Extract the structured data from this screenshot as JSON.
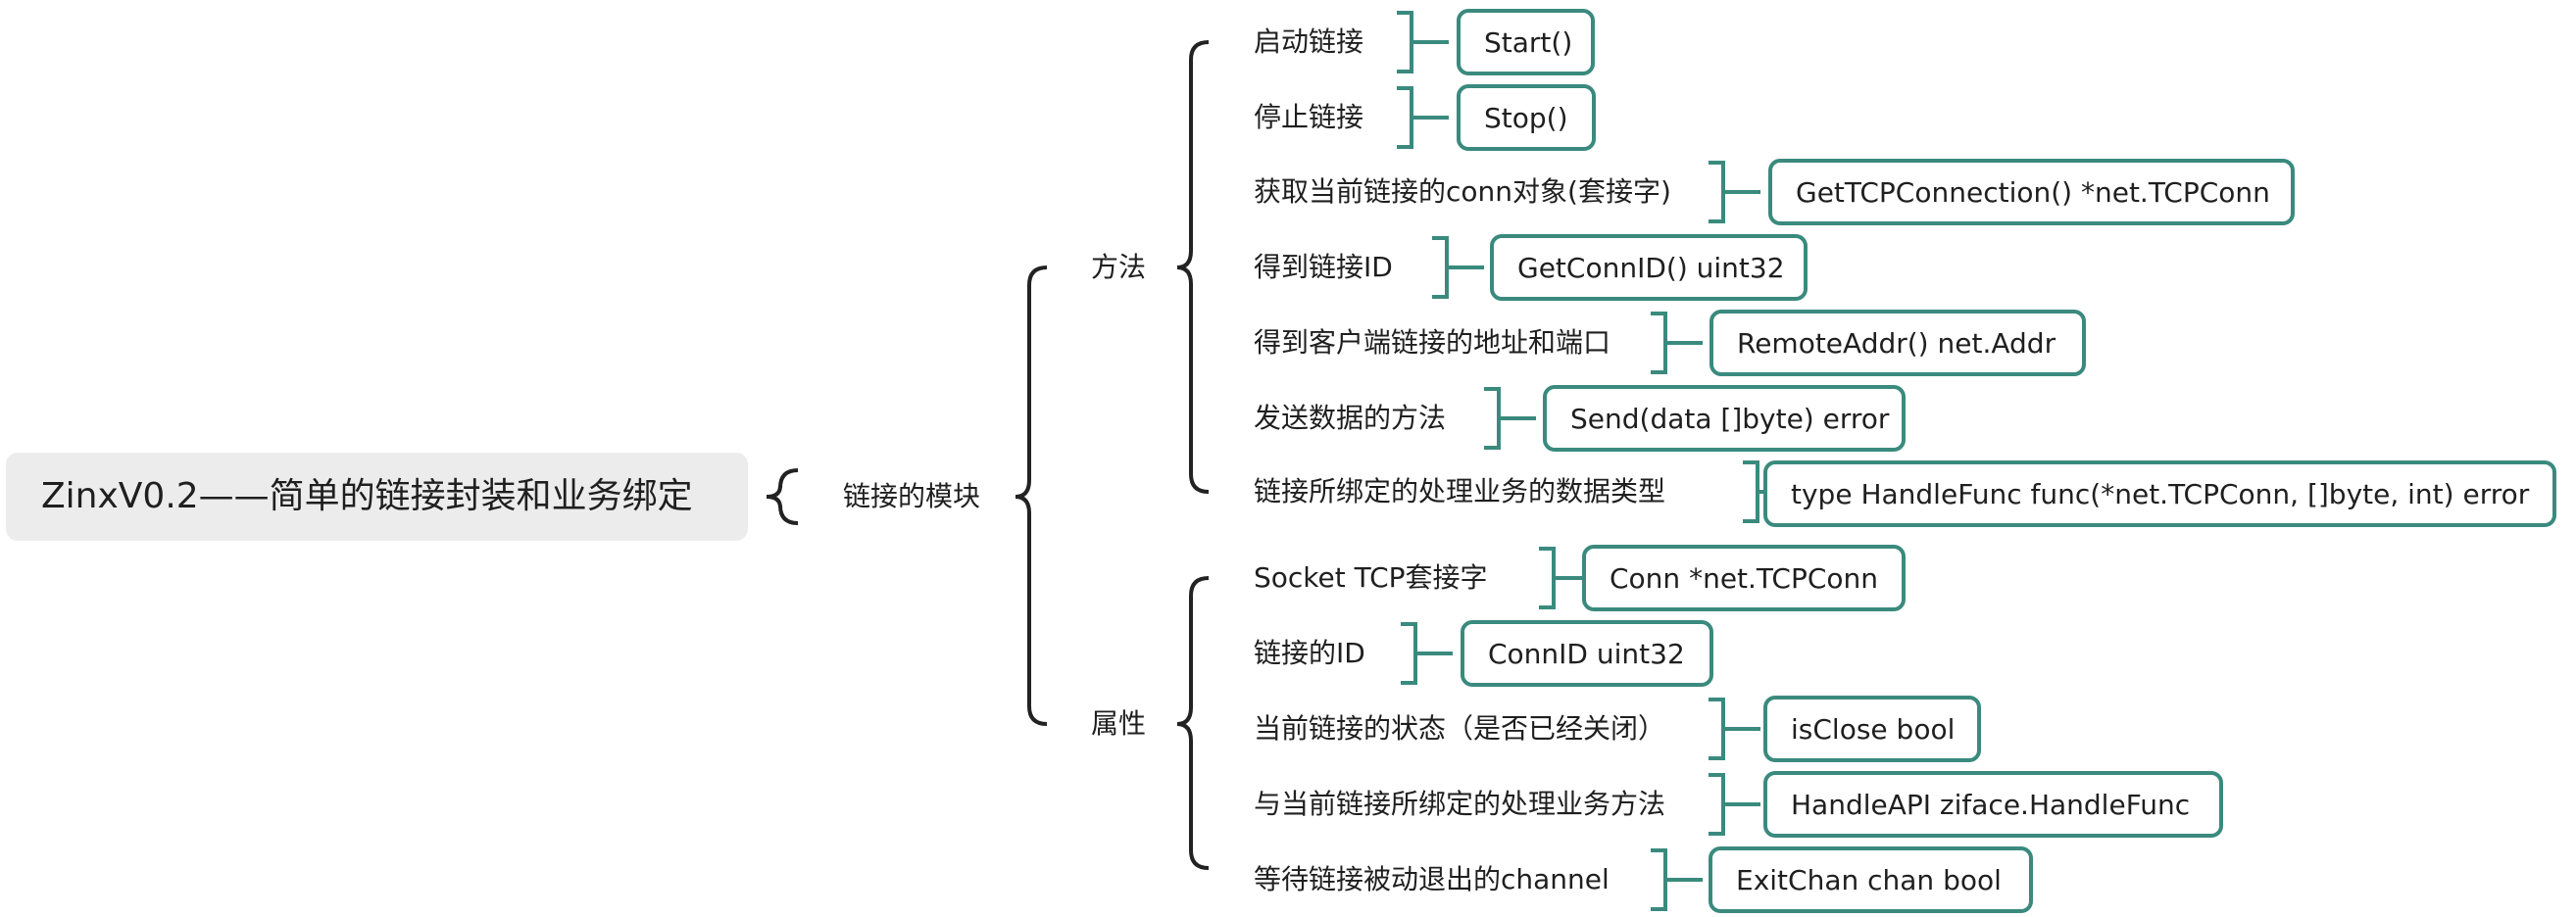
{
  "root": {
    "title": "ZinxV0.2——简单的链接封装和业务绑定"
  },
  "module": {
    "label": "链接的模块"
  },
  "methods": {
    "label": "方法",
    "items": [
      {
        "label": "启动链接",
        "value": "Start()"
      },
      {
        "label": "停止链接",
        "value": "Stop()"
      },
      {
        "label": "获取当前链接的conn对象(套接字)",
        "value": "GetTCPConnection() *net.TCPConn"
      },
      {
        "label": "得到链接ID",
        "value": "GetConnID() uint32"
      },
      {
        "label": "得到客户端链接的地址和端口",
        "value": "RemoteAddr() net.Addr"
      },
      {
        "label": "发送数据的方法",
        "value": "Send(data []byte) error"
      },
      {
        "label": "链接所绑定的处理业务的数据类型",
        "value": "type HandleFunc func(*net.TCPConn, []byte, int) error"
      }
    ]
  },
  "attributes": {
    "label": "属性",
    "items": [
      {
        "label": "Socket TCP套接字",
        "value": "Conn *net.TCPConn"
      },
      {
        "label": "链接的ID",
        "value": "ConnID uint32"
      },
      {
        "label": "当前链接的状态（是否已经关闭）",
        "value": "isClose bool"
      },
      {
        "label": "与当前链接所绑定的处理业务方法",
        "value": "HandleAPI ziface.HandleFunc"
      },
      {
        "label": "等待链接被动退出的channel",
        "value": "ExitChan chan bool"
      }
    ]
  },
  "colors": {
    "connector": "#3a8a7e",
    "brace": "#222222",
    "root_bg": "#ececec"
  }
}
